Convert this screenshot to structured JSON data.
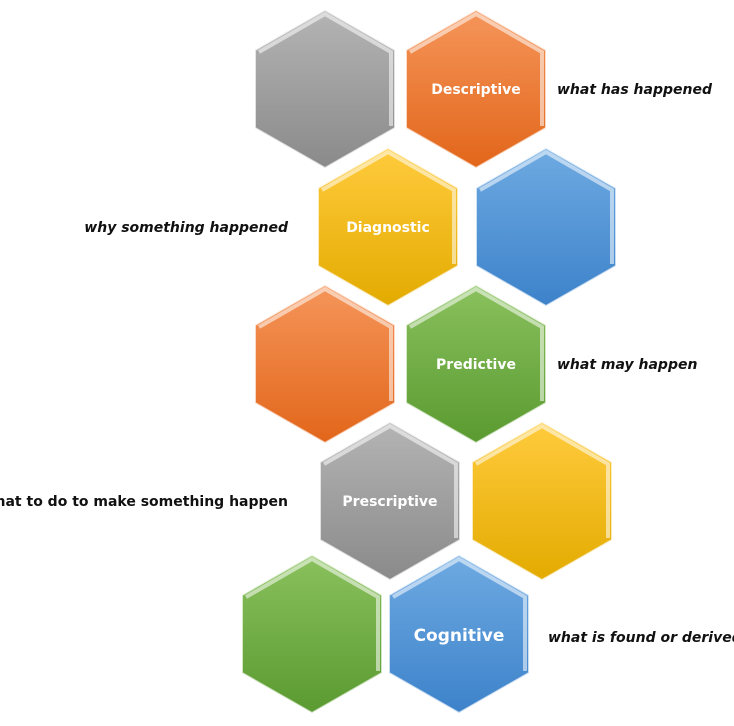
{
  "colors": {
    "gray": [
      "#b4b4b4",
      "#8a8a8a"
    ],
    "orange": [
      "#f5955a",
      "#e2661a"
    ],
    "yellow": [
      "#ffcb3d",
      "#e3ab00"
    ],
    "blue": [
      "#6eaae2",
      "#3d82ca"
    ],
    "green": [
      "#8ac15e",
      "#5a9a30"
    ]
  },
  "hexagons": [
    {
      "color": "gray",
      "label": ""
    },
    {
      "color": "orange",
      "label": "Descriptive"
    },
    {
      "color": "yellow",
      "label": "Diagnostic"
    },
    {
      "color": "blue",
      "label": ""
    },
    {
      "color": "orange",
      "label": ""
    },
    {
      "color": "green",
      "label": "Predictive"
    },
    {
      "color": "gray",
      "label": "Prescriptive"
    },
    {
      "color": "yellow",
      "label": ""
    },
    {
      "color": "green",
      "label": ""
    },
    {
      "color": "blue",
      "label": "Cognitive"
    }
  ],
  "descriptions": {
    "descriptive": "what has happened",
    "diagnostic": "why something happened",
    "predictive": "what may happen",
    "prescriptive": "What to do to make something happen",
    "cognitive": "what is found or derived"
  }
}
